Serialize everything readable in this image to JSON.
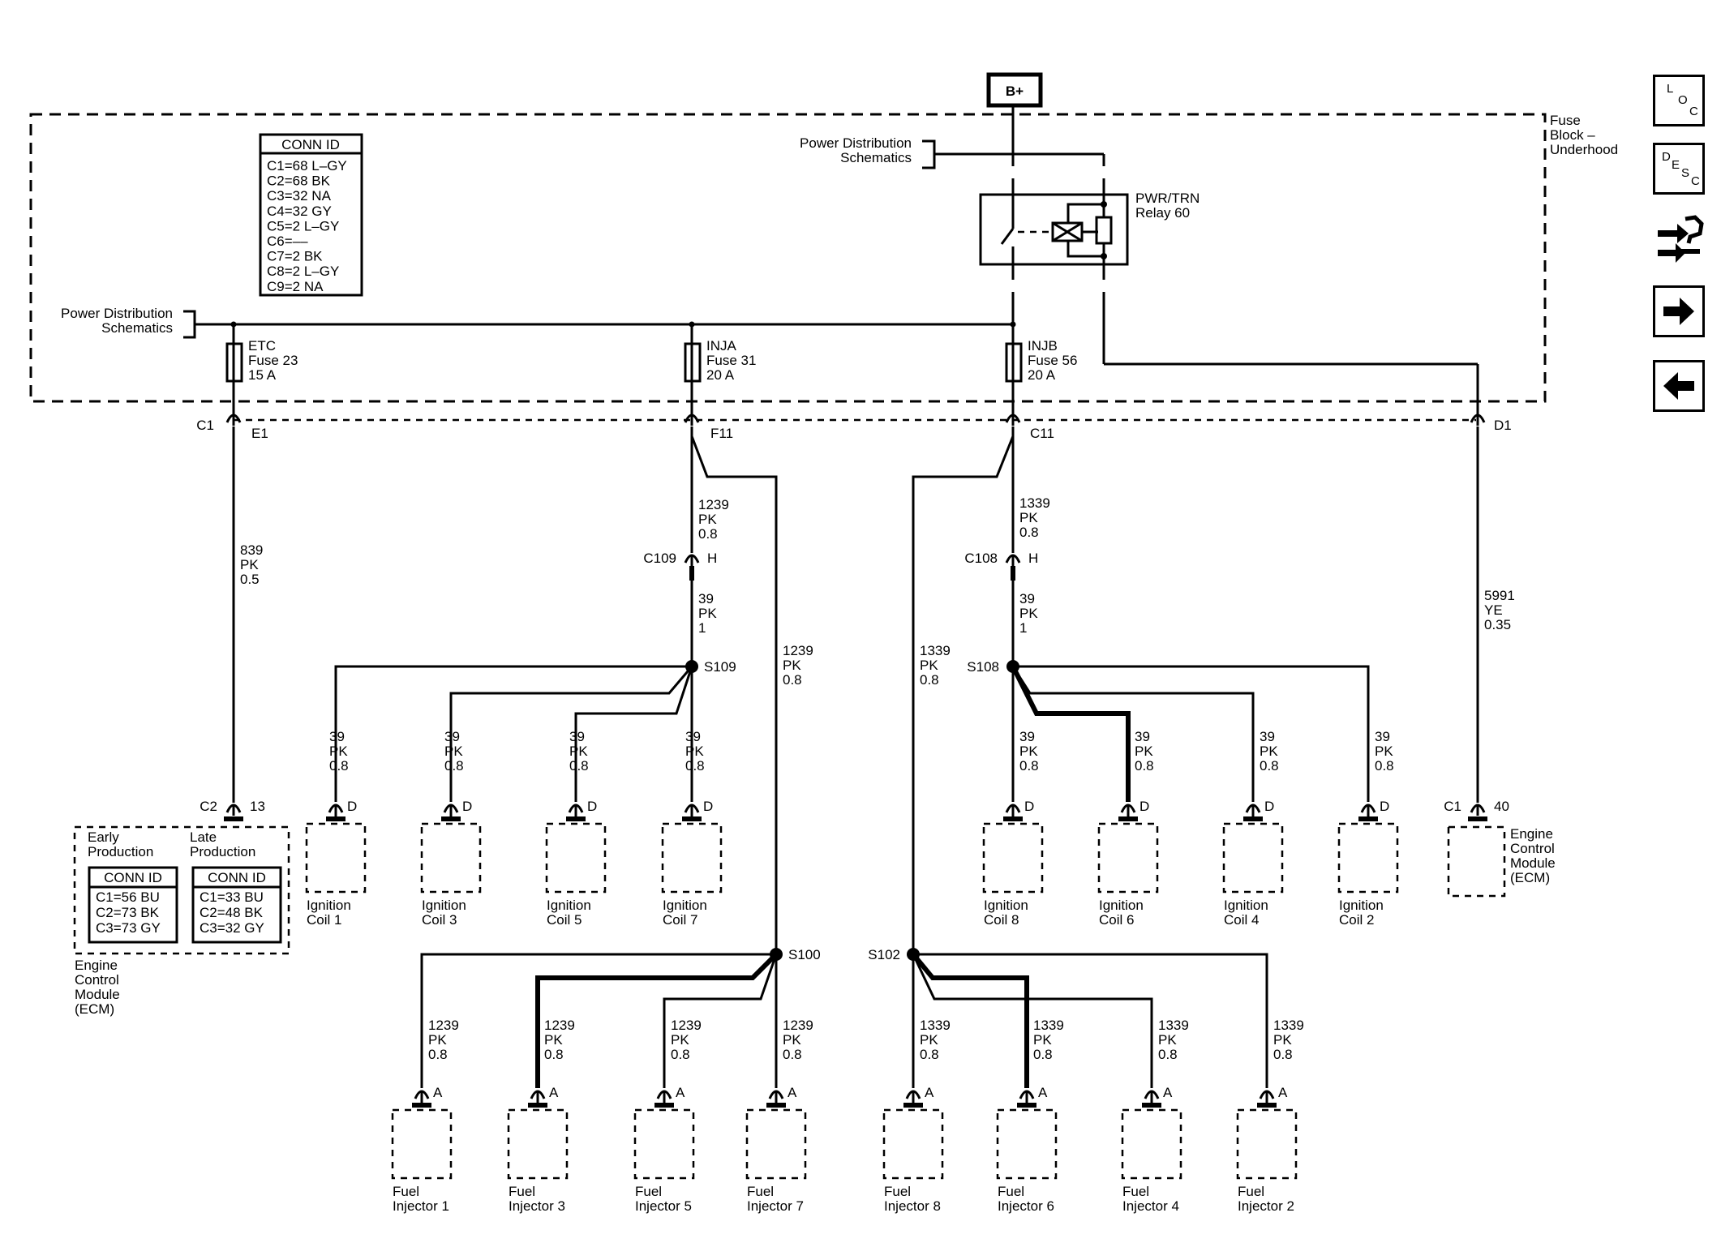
{
  "header": {
    "b_plus": "B+"
  },
  "fuse_block": {
    "label_lines": [
      "Fuse",
      "Block –",
      "Underhood"
    ]
  },
  "power_dist_top": {
    "lines": [
      "Power Distribution",
      "Schematics"
    ]
  },
  "power_dist_left": {
    "lines": [
      "Power Distribution",
      "Schematics"
    ]
  },
  "relay": {
    "lines": [
      "PWR/TRN",
      "Relay 60"
    ]
  },
  "conn_table_main": {
    "title": "CONN ID",
    "rows": [
      "C1=68 L–GY",
      "C2=68 BK",
      "C3=32 NA",
      "C4=32 GY",
      "C5=2 L–GY",
      "C6=––",
      "C7=2 BK",
      "C8=2 L–GY",
      "C9=2 NA"
    ]
  },
  "fuses": [
    {
      "lines": [
        "ETC",
        "Fuse 23",
        "15 A"
      ]
    },
    {
      "lines": [
        "INJA",
        "Fuse 31",
        "20 A"
      ]
    },
    {
      "lines": [
        "INJB",
        "Fuse 56",
        "20 A"
      ]
    }
  ],
  "connector_labels": {
    "c1": "C1",
    "e1": "E1",
    "f11": "F11",
    "c11": "C11",
    "d1": "D1",
    "c109": "C109",
    "c109_pin": "H",
    "c108": "C108",
    "c108_pin": "H",
    "c2": "C2",
    "c2_pin": "13",
    "ecm_c1": "C1",
    "ecm_pin": "40"
  },
  "splices": {
    "s109": "S109",
    "s108": "S108",
    "s100": "S100",
    "s102": "S102"
  },
  "wires": {
    "w839": [
      "839",
      "PK",
      "0.5"
    ],
    "w1239_top": [
      "1239",
      "PK",
      "0.8"
    ],
    "w1339_top": [
      "1339",
      "PK",
      "0.8"
    ],
    "w39_left": [
      "39",
      "PK",
      "1"
    ],
    "w39_right": [
      "39",
      "PK",
      "1"
    ],
    "w1239_long": [
      "1239",
      "PK",
      "0.8"
    ],
    "w1339_long": [
      "1339",
      "PK",
      "0.8"
    ],
    "w5991": [
      "5991",
      "YE",
      "0.35"
    ],
    "coil_wire": [
      "39",
      "PK",
      "0.8"
    ],
    "inj_left_wire": [
      "1239",
      "PK",
      "0.8"
    ],
    "inj_right_wire": [
      "1339",
      "PK",
      "0.8"
    ]
  },
  "coil_pin": "D",
  "injector_pin": "A",
  "coils_left": [
    {
      "lines": [
        "Ignition",
        "Coil 1"
      ]
    },
    {
      "lines": [
        "Ignition",
        "Coil 3"
      ]
    },
    {
      "lines": [
        "Ignition",
        "Coil 5"
      ]
    },
    {
      "lines": [
        "Ignition",
        "Coil 7"
      ]
    }
  ],
  "coils_right": [
    {
      "lines": [
        "Ignition",
        "Coil 8"
      ]
    },
    {
      "lines": [
        "Ignition",
        "Coil 6"
      ]
    },
    {
      "lines": [
        "Ignition",
        "Coil 4"
      ]
    },
    {
      "lines": [
        "Ignition",
        "Coil 2"
      ]
    }
  ],
  "injectors_left": [
    {
      "lines": [
        "Fuel",
        "Injector 1"
      ]
    },
    {
      "lines": [
        "Fuel",
        "Injector 3"
      ]
    },
    {
      "lines": [
        "Fuel",
        "Injector 5"
      ]
    },
    {
      "lines": [
        "Fuel",
        "Injector 7"
      ]
    }
  ],
  "injectors_right": [
    {
      "lines": [
        "Fuel",
        "Injector 8"
      ]
    },
    {
      "lines": [
        "Fuel",
        "Injector 6"
      ]
    },
    {
      "lines": [
        "Fuel",
        "Injector 4"
      ]
    },
    {
      "lines": [
        "Fuel",
        "Injector 2"
      ]
    }
  ],
  "ecm_left": {
    "early_lines": [
      "Early",
      "Production"
    ],
    "late_lines": [
      "Late",
      "Production"
    ],
    "early_table": {
      "title": "CONN ID",
      "rows": [
        "C1=56 BU",
        "C2=73 BK",
        "C3=73 GY"
      ]
    },
    "late_table": {
      "title": "CONN ID",
      "rows": [
        "C1=33 BU",
        "C2=48 BK",
        "C3=32 GY"
      ]
    },
    "label_lines": [
      "Engine",
      "Control",
      "Module",
      "(ECM)"
    ]
  },
  "ecm_right": {
    "label_lines": [
      "Engine",
      "Control",
      "Module",
      "(ECM)"
    ]
  },
  "nav": {
    "loc": [
      "L",
      "O",
      "C"
    ],
    "desc": [
      "D",
      "E",
      "S",
      "C"
    ],
    "icons": [
      "wrench-arrows-icon",
      "arrow-right-icon",
      "arrow-left-icon"
    ]
  }
}
